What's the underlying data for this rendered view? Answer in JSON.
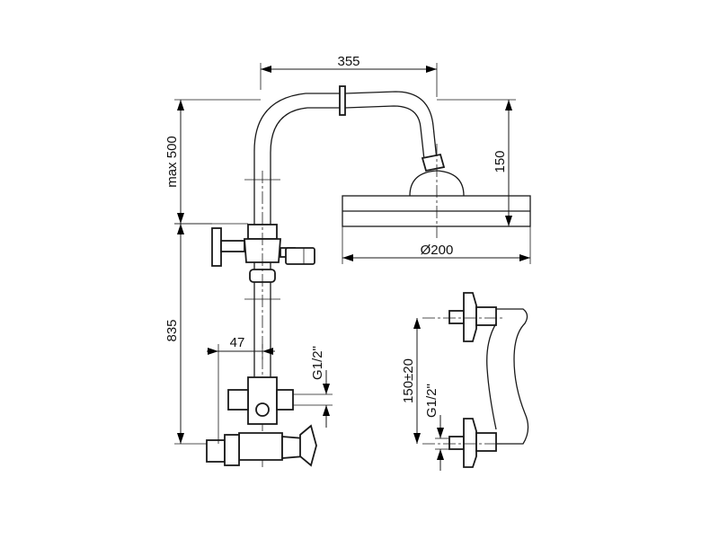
{
  "dimensions": {
    "spout_reach": "355",
    "riser_height": "max 500",
    "head_height": "150",
    "head_diameter": "Ø200",
    "mixer_height": "835",
    "inlet_offset": "47",
    "thread_left": "G1/2\"",
    "eccentric_spacing": "150±20",
    "thread_right": "G1/2\""
  }
}
